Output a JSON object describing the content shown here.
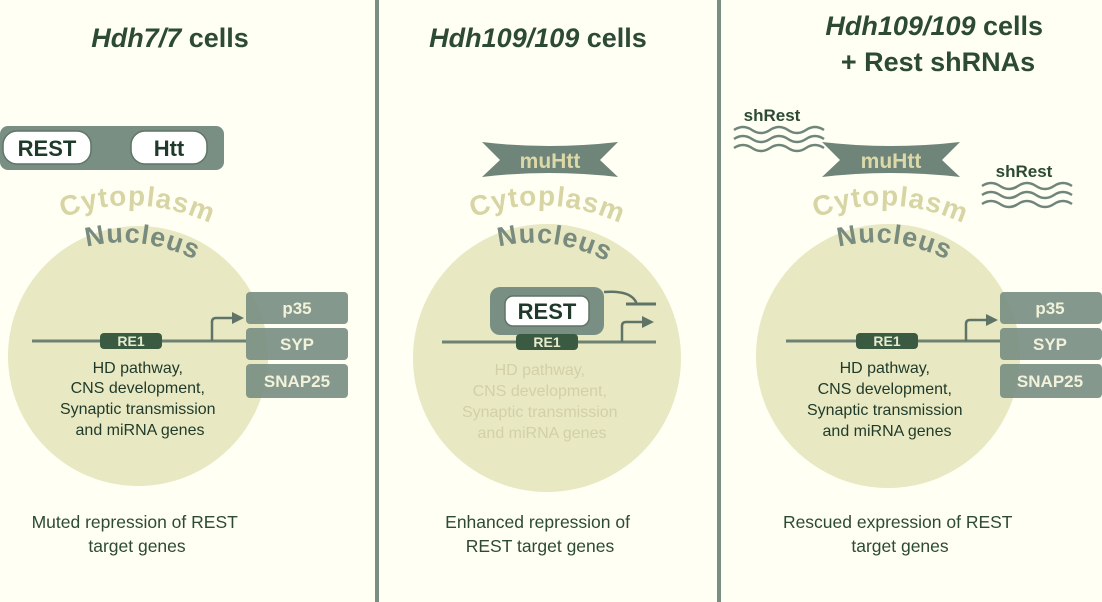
{
  "panels": [
    {
      "title_italic": "Hdh7/7",
      "title_rest": " cells",
      "title_line2": "",
      "pill_left": "REST",
      "pill_right": "Htt",
      "cytoplasm": "Cytoplasm",
      "nucleus": "Nucleus",
      "re1": "RE1",
      "gene_boxes": [
        "p35",
        "SYP",
        "SNAP25"
      ],
      "gene_lines": [
        "HD pathway,",
        "CNS development,",
        "Synaptic transmission",
        "and miRNA genes"
      ],
      "caption": [
        "Muted repression of REST",
        "target genes"
      ]
    },
    {
      "title_italic": "Hdh109/109",
      "title_rest": " cells",
      "title_line2": "",
      "mutant": "muHtt",
      "cytoplasm": "Cytoplasm",
      "nucleus": "Nucleus",
      "rest_bound": "REST",
      "re1": "RE1",
      "gene_lines": [
        "HD pathway,",
        "CNS development,",
        "Synaptic transmission",
        "and miRNA genes"
      ],
      "caption": [
        "Enhanced repression of",
        "REST target genes"
      ]
    },
    {
      "title_italic": "Hdh109/109",
      "title_rest": " cells",
      "title_line2": "+ Rest shRNAs",
      "mutant": "muHtt",
      "shrna_left": "shRest",
      "shrna_right": "shRest",
      "cytoplasm": "Cytoplasm",
      "nucleus": "Nucleus",
      "re1": "RE1",
      "gene_boxes": [
        "p35",
        "SYP",
        "SNAP25"
      ],
      "gene_lines": [
        "HD pathway,",
        "CNS development,",
        "Synaptic transmission",
        "and miRNA genes"
      ],
      "caption": [
        "Rescued expression of REST",
        "target genes"
      ]
    }
  ],
  "colors": {
    "background": "#fffff4",
    "divider": "#7a8f82",
    "nucleus_fill": "#e8e8c2",
    "box_fill": "#7a8f84",
    "dark_green": "#2c4a34",
    "cytoplasm_text": "#d8d5a4",
    "faded_text": "#d3d0a6"
  }
}
